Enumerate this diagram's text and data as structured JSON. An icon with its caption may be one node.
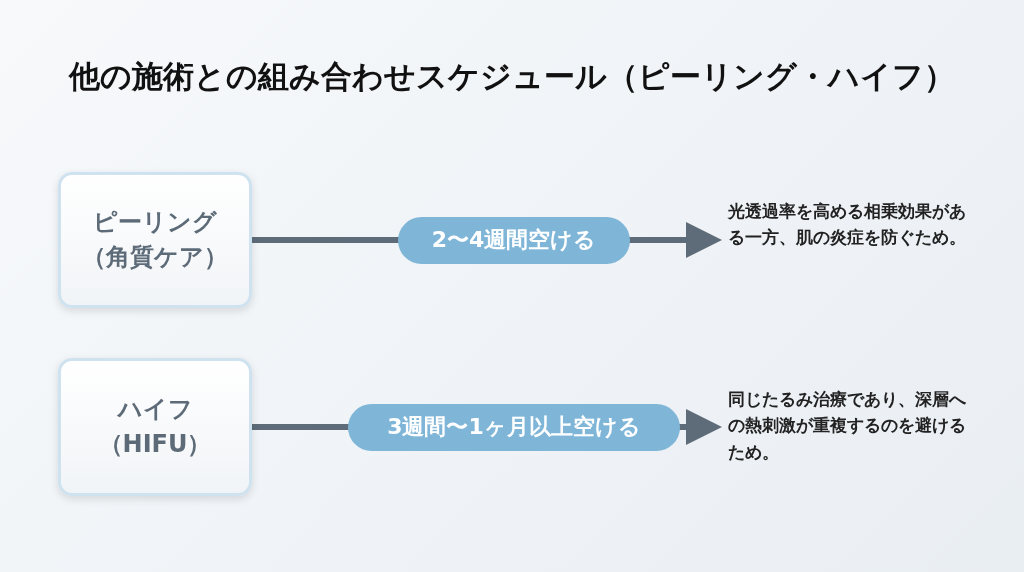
{
  "diagram": {
    "title": "他の施術との組み合わせスケジュール（ピーリング・ハイフ）",
    "nodes": [
      {
        "text": [
          "ピーリング（角質ケア）"
        ]
      },
      {
        "text": [
          "光透過率を高める相乗効果がある一方、肌の炎症を防ぐため。"
        ]
      },
      {
        "text": [
          "ハイフ（HIFU）"
        ]
      },
      {
        "text": [
          "同じたるみ治療であり、深層への熱刺激が重複するのを避けるため。"
        ]
      }
    ],
    "edges": [
      {
        "from": 0,
        "to": 1,
        "arrow": "to",
        "label": "2〜4週間空ける"
      },
      {
        "from": 2,
        "to": 3,
        "arrow": "to",
        "label": "3週間〜1ヶ月以上空ける"
      }
    ]
  }
}
